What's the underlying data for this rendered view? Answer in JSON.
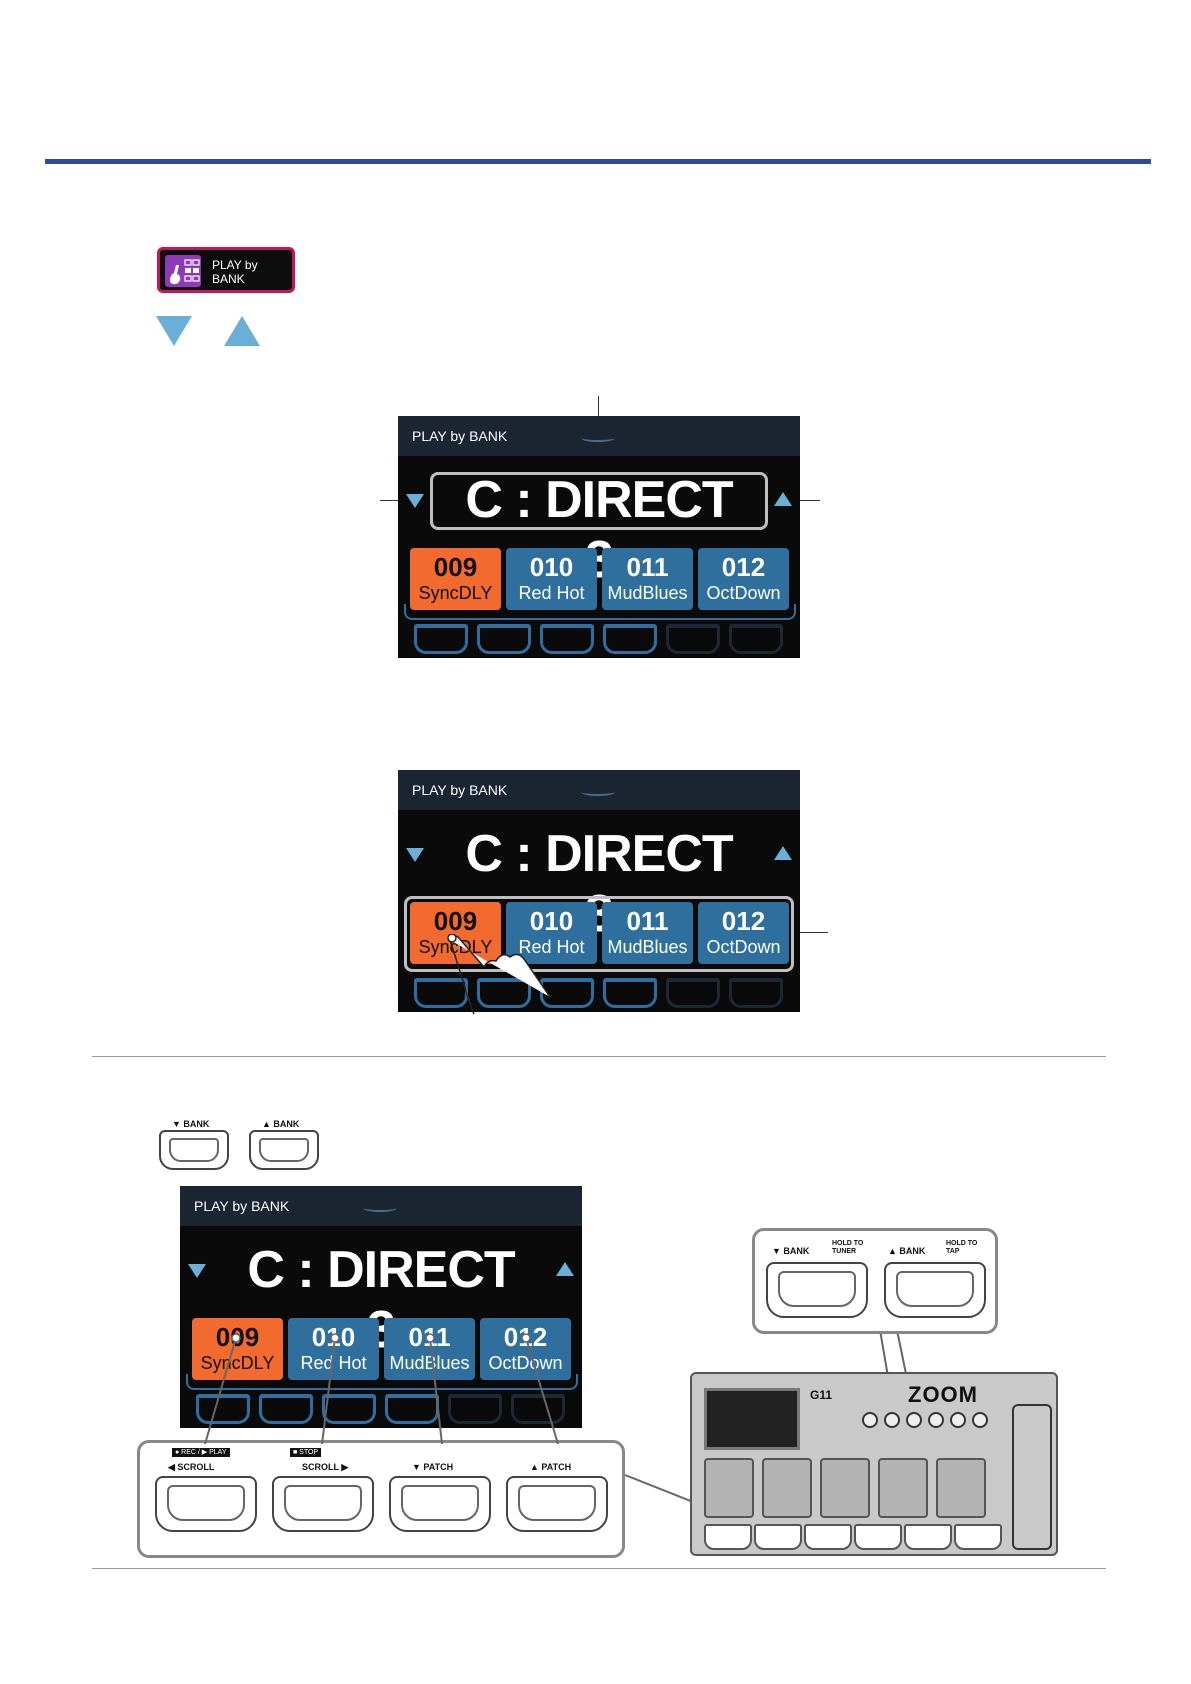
{
  "app_icon": {
    "label_line1": "PLAY by",
    "label_line2": "BANK",
    "icon": "guitar-grid-icon"
  },
  "nav_arrows": {
    "down_icon": "triangle-down-icon",
    "up_icon": "triangle-up-icon",
    "color": "#6aafd8"
  },
  "screen": {
    "title": "PLAY by BANK",
    "bank_name": "C : DIRECT 3",
    "patches": [
      {
        "number": "009",
        "name": "SyncDLY",
        "selected": true
      },
      {
        "number": "010",
        "name": "Red Hot",
        "selected": false
      },
      {
        "number": "011",
        "name": "MudBlues",
        "selected": false
      },
      {
        "number": "012",
        "name": "OctDown",
        "selected": false
      }
    ],
    "colors": {
      "selected": "#f26a2e",
      "normal": "#2e6f9e",
      "accent": "#6aafd8"
    }
  },
  "bank_switches": {
    "down_label": "BANK",
    "up_label": "BANK"
  },
  "panel_switches": [
    {
      "top_badge": "● REC / ▶ PLAY",
      "label": "◀ SCROLL"
    },
    {
      "top_badge": "■ STOP",
      "label": "SCROLL ▶"
    },
    {
      "top_badge": "",
      "label": "▼ PATCH"
    },
    {
      "top_badge": "",
      "label": "▲ PATCH"
    }
  ],
  "device_switches": {
    "left": {
      "label": "▼ BANK",
      "hold": "HOLD TO",
      "hold2": "TUNER"
    },
    "right": {
      "label": "▲ BANK",
      "hold": "HOLD TO",
      "hold2": "TAP"
    }
  },
  "device": {
    "model": "G11",
    "brand": "ZOOM"
  },
  "brand_color": "#2c4aa0"
}
